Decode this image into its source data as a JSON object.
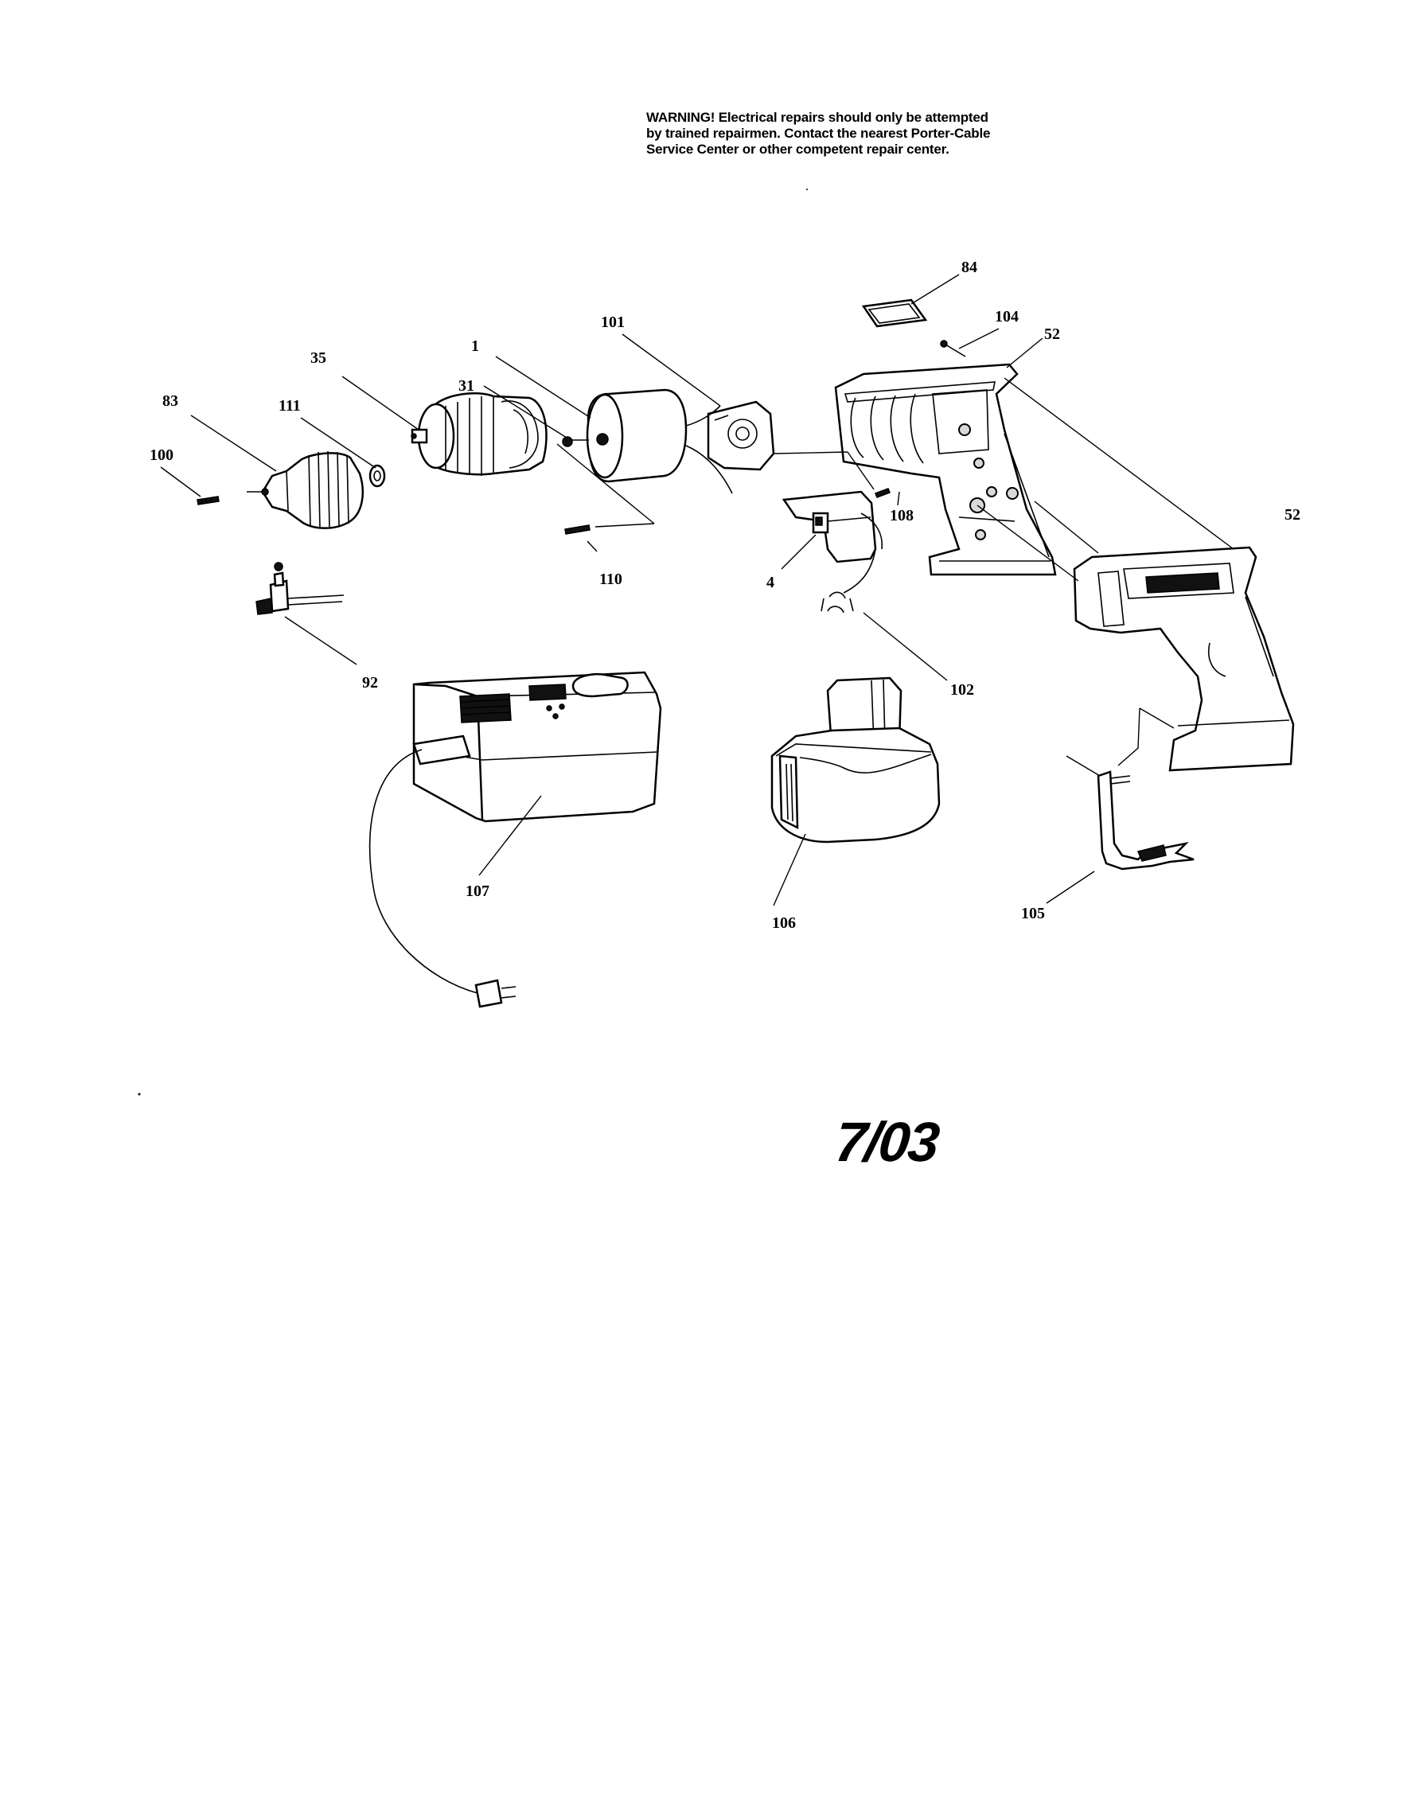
{
  "warning": {
    "line1": "WARNING!  Electrical repairs should only be attempted",
    "line2": "by trained repairmen. Contact the nearest Porter-Cable",
    "line3": "Service Center or other competent repair center."
  },
  "date_stamp": "7/03",
  "callouts": {
    "c84": "84",
    "c104": "104",
    "c52_top": "52",
    "c101": "101",
    "c1": "1",
    "c35": "35",
    "c31": "31",
    "c83": "83",
    "c111": "111",
    "c100": "100",
    "c108": "108",
    "c52_right": "52",
    "c110": "110",
    "c4": "4",
    "c92": "92",
    "c102": "102",
    "c107": "107",
    "c106": "106",
    "c105": "105"
  }
}
